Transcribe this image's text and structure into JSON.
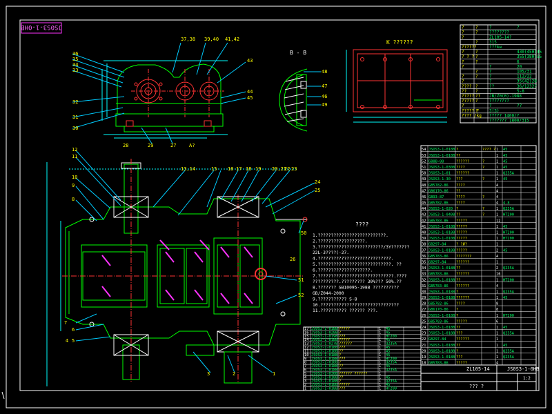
{
  "colors": {
    "background": "#000000",
    "frame": "#ffffff",
    "outline": "#00ff00",
    "dim": "#00ffff",
    "hatch": "#ff33ff",
    "centerline": "#ff3333",
    "leader": "#00ccff",
    "text_white": "#ffffff",
    "text_yellow": "#ffff00",
    "text_green": "#00ff66"
  },
  "drawing_number": "JS0S3-1-0HB",
  "views": {
    "section_bb_label": "B - B",
    "view_k_label": "K  ??????",
    "view_a_label": "A?"
  },
  "top_view_balloons": [
    "37,38",
    "39,40",
    "41,42",
    "43",
    "36",
    "35",
    "34",
    "33",
    "32",
    "31",
    "30",
    "44",
    "45",
    "29",
    "27",
    "28"
  ],
  "section_bb_balloons": [
    "48",
    "47",
    "46",
    "49"
  ],
  "main_view_balloons": [
    "12",
    "11",
    "10",
    "9",
    "8",
    "13,14",
    "15",
    "16",
    "17",
    "18",
    "19",
    "20,21",
    "22",
    "23",
    "24",
    "25",
    "26",
    "50",
    "51",
    "52",
    "7",
    "6",
    "5",
    "4",
    "3",
    "2",
    "1"
  ],
  "tech_notes": {
    "title": "????",
    "lines": [
      "1.??????????????????????????.",
      "2.??????????????????.",
      "3.?????????????????????????/3Y???????",
      "   22L-3????(-27.",
      "4.????????????????????????????.",
      "5.????????????????????????????.   ??",
      "6.????????????????????.",
      "7.?????????????????????????????.????",
      "   ??????????.?????????     30%???     50%.??",
      "8.???????    GB10095-1988       ??????????",
      "   GB/Z044-2000",
      "9.???????????   S-8",
      "10.??????????????????????????????",
      "11.??????????    ??????   ???."
    ]
  },
  "spec_table": {
    "rows": [
      [
        "?",
        "?",
        "?",
        "?"
      ],
      [
        "?",
        "?",
        "????????",
        ""
      ],
      [
        "?",
        "",
        "ZL105-14?",
        ""
      ],
      [
        "",
        "?",
        "315",
        ""
      ],
      [
        "??????",
        "",
        "???kw",
        ""
      ],
      [
        "?",
        "?",
        "",
        "430(450)45"
      ],
      [
        "? ? ?",
        "?",
        "",
        "355(380)55"
      ],
      [
        "?",
        "?",
        "",
        "6"
      ],
      [
        "?",
        "",
        "?",
        "20"
      ],
      [
        "",
        "?",
        "?",
        "105/31"
      ],
      [
        "?",
        "?",
        "?",
        "112/22"
      ],
      [
        "?",
        "",
        "?",
        "35(42)28"
      ],
      [
        "????",
        "?",
        "??",
        "36/1232?"
      ],
      [
        "??",
        "?",
        "?",
        "  5-8"
      ],
      [
        "?????",
        "??",
        "JB/Z0(0)-1988"
      ],
      [
        "?????",
        "?",
        "????????",
        ""
      ],
      [
        "?",
        "",
        "?",
        "??"
      ],
      [
        "????? ?",
        "?",
        "3(3)",
        ""
      ],
      [
        "???? /kg",
        "",
        "?????  1400/?",
        ""
      ],
      [
        "",
        "",
        "??????? 1800/315",
        ""
      ]
    ]
  },
  "bom_right": {
    "rows": [
      [
        "54",
        "JSOS3-1-018B",
        "?",
        "???? ?",
        "1",
        "45",
        ""
      ],
      [
        "53",
        "JSOS3-1-018B",
        "??",
        "",
        "1",
        "45",
        ""
      ],
      [
        "52",
        "GB8B-88",
        "??????",
        "?",
        "1",
        "45",
        ""
      ],
      [
        "51",
        "JSOS3-1-0308",
        "????",
        "?",
        "1",
        "45",
        ""
      ],
      [
        "50",
        "JSOS3-1-01",
        "??????",
        "",
        "1",
        "Q235A",
        ""
      ],
      [
        "49",
        "JSOS3-1-30",
        "???",
        "?",
        "1",
        "45",
        ""
      ],
      [
        "48",
        "GB5782-86",
        "????",
        "",
        "4",
        "",
        ""
      ],
      [
        "47",
        "GB6170-86",
        "??",
        "",
        "4",
        "",
        ""
      ],
      [
        "46",
        "GB93-87",
        "????",
        "?",
        "4",
        "",
        ""
      ],
      [
        "45",
        "GB5782-86",
        "????",
        "",
        "4",
        "4.8",
        ""
      ],
      [
        "44",
        "JSOS3-1-020",
        "?",
        "?",
        "1",
        "Q235A",
        ""
      ],
      [
        "43",
        "JSOS3-1-0408",
        "??",
        "?",
        "1",
        "HT200",
        ""
      ],
      [
        "42",
        "GB5783-86",
        "?????",
        "",
        "12",
        "",
        ""
      ],
      [
        "41",
        "JSOS3-1-018B",
        "?????",
        "",
        "1",
        "45",
        ""
      ],
      [
        "40",
        "JSOS3-1-018B",
        "?????",
        "",
        "1",
        "HT200",
        ""
      ],
      [
        "39",
        "JSOS3-1-0108",
        "?????",
        "",
        "1",
        "HT200",
        ""
      ],
      [
        "38",
        "GB297-84",
        "? ?Ø?",
        "",
        "1",
        "",
        ""
      ],
      [
        "37",
        "JSOS3-1-018B",
        "?????",
        "",
        "2",
        "45",
        ""
      ],
      [
        "36",
        "GB5783-86",
        "???????",
        "",
        "4",
        "",
        ""
      ],
      [
        "35",
        "GB297-84",
        "??????",
        "",
        "1",
        "",
        ""
      ],
      [
        "34",
        "JSOS3-1-018B",
        "??",
        "",
        "2",
        "Q235A",
        ""
      ],
      [
        "33",
        "GB5783-86",
        "??????",
        "",
        "16",
        "",
        ""
      ],
      [
        "32",
        "JSOS3-1-018B",
        "??",
        "",
        "1",
        "HT200",
        ""
      ],
      [
        "31",
        "GB5783-86",
        "??????",
        "",
        "4",
        "",
        ""
      ],
      [
        "30",
        "JSOS3-1-018B",
        "?",
        "",
        "1",
        "Q235A",
        ""
      ],
      [
        "29",
        "JSOS3-1-018B",
        "??????",
        "",
        "1",
        "45",
        ""
      ],
      [
        "28",
        "GB5782-86",
        "????",
        "",
        "8",
        "",
        ""
      ],
      [
        "27",
        "GB6170-86",
        "?",
        "",
        "8",
        "",
        ""
      ],
      [
        "26",
        "JSOS3-1-018B",
        "?",
        "",
        "1",
        "HT200",
        ""
      ],
      [
        "25",
        "GB5783-86",
        "?????",
        "",
        "6",
        "",
        ""
      ],
      [
        "24",
        "JSOS3-1-018B",
        "??",
        "",
        "1",
        "45",
        ""
      ],
      [
        "23",
        "JSOS3-1-018B",
        "???",
        "",
        "1",
        "Q235A",
        ""
      ],
      [
        "22",
        "GB297-84",
        "??????",
        "",
        "1",
        "",
        ""
      ],
      [
        "21",
        "JSOS3-1-018B",
        "??",
        "",
        "1",
        "45",
        ""
      ],
      [
        "20",
        "JSOS3-1-018B",
        "?",
        "",
        "1",
        "Q235A",
        ""
      ],
      [
        "19",
        "JSOS3-1-018B",
        "???",
        "",
        "1",
        "Q235A",
        ""
      ],
      [
        "18",
        "GB5783-86",
        "?????",
        "",
        "4",
        "",
        ""
      ]
    ],
    "title_block": {
      "name": "ZL105-14",
      "drawing_no": "JS0S3-1-0HB",
      "scale": "1:2",
      "sheet": "??? ?"
    }
  },
  "bom_bottom": {
    "rows": [
      [
        "17",
        "JSOS3-1-018B",
        "?????",
        "",
        "1",
        "45",
        ""
      ],
      [
        "16",
        "JSOS3-1-028B",
        "?",
        "",
        "1",
        "45",
        ""
      ],
      [
        "15",
        "JSOS3-1-019B",
        "???",
        "",
        "1",
        "HT200",
        ""
      ],
      [
        "14",
        "JSOS3-1-018B",
        "?????",
        "",
        "1",
        "45",
        ""
      ],
      [
        "13",
        "JSOS3-1-027B",
        "??????",
        "",
        "1",
        "Q235A",
        ""
      ],
      [
        "12",
        "JSOS3-1-018B",
        "???",
        "",
        "1",
        "45",
        ""
      ],
      [
        "11",
        "JSOS3-1-018B",
        "??",
        "",
        "1",
        "45",
        ""
      ],
      [
        "10",
        "JSOS3-1-018B",
        "?",
        "",
        "1",
        "45",
        ""
      ],
      [
        "9",
        "JSOS3-1-018B",
        "???",
        "",
        "1",
        "HT200",
        ""
      ],
      [
        "8",
        "JSOS3-1-018B",
        "?",
        "",
        "1",
        "Q235A",
        ""
      ],
      [
        "7",
        "JSOS3-1-018B",
        "??",
        "",
        "1",
        "45",
        ""
      ],
      [
        "6",
        "JSOS3-1-018B",
        "?",
        "",
        "1",
        "Q235A",
        ""
      ],
      [
        "5",
        "JSOS3-1-030B",
        "?????? ??????",
        "",
        "1",
        "",
        ""
      ],
      [
        "4",
        "JSOS3-1-018B",
        "??",
        "",
        "1",
        "45",
        ""
      ],
      [
        "3",
        "JSOS3-1-018B",
        "?",
        "",
        "1",
        "Q235A",
        ""
      ],
      [
        "2",
        "JSOS3-1-018B",
        "?????",
        "",
        "1",
        "45",
        ""
      ],
      [
        "1",
        "JSOS3-1-018B",
        "???",
        "",
        "1",
        "HT200",
        ""
      ]
    ]
  }
}
